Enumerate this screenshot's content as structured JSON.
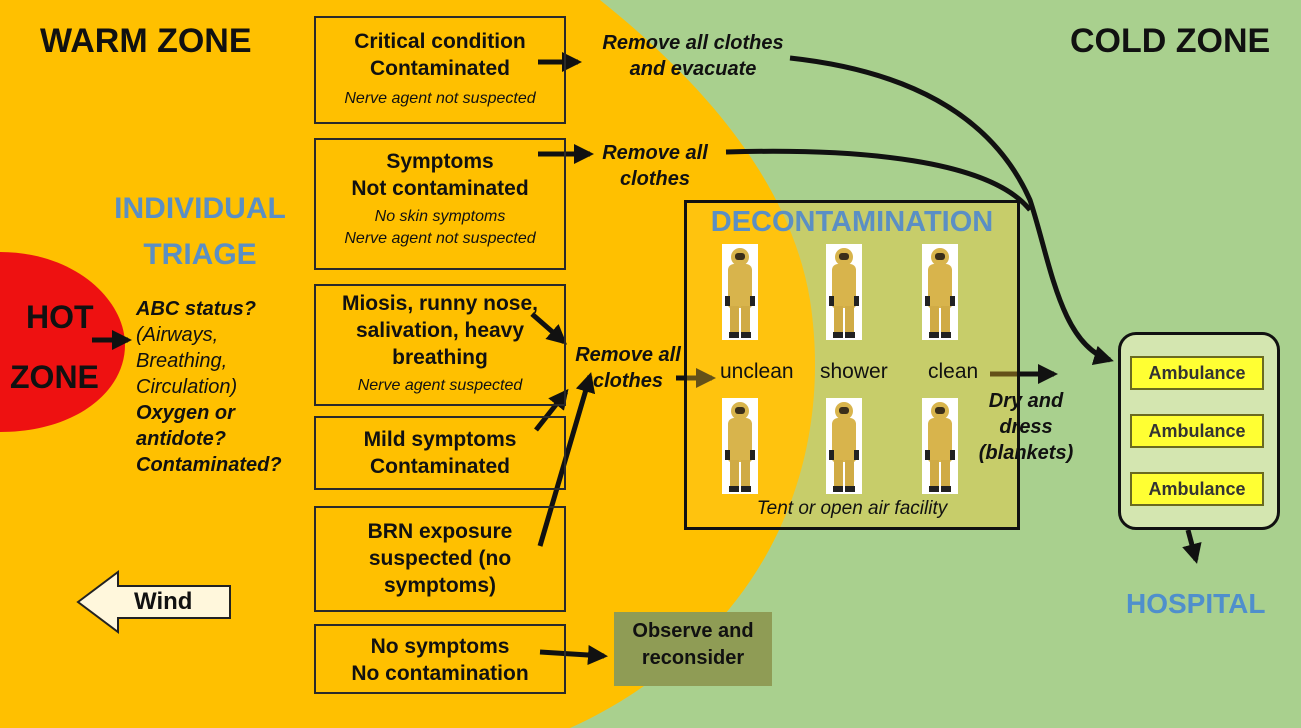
{
  "zones": {
    "warm": "WARM ZONE",
    "cold": "COLD ZONE",
    "hot_line1": "HOT",
    "hot_line2": "ZONE"
  },
  "triage": {
    "line1": "INDIVIDUAL",
    "line2": "TRIAGE"
  },
  "questions": {
    "abc": "ABC status?",
    "airways": "(Airways,",
    "breathing": "Breathing,",
    "circulation": "Circulation)",
    "oxygen": "Oxygen or",
    "antidote": "antidote?",
    "contaminated": "Contaminated?"
  },
  "boxes": {
    "critical": {
      "line1": "Critical condition",
      "line2": "Contaminated",
      "note": "Nerve agent not suspected"
    },
    "symptoms": {
      "line1": "Symptoms",
      "line2": "Not contaminated",
      "note1": "No skin symptoms",
      "note2": "Nerve agent not suspected"
    },
    "miosis": {
      "line1": "Miosis, runny nose,",
      "line2": "salivation, heavy",
      "line3": "breathing",
      "note": "Nerve agent suspected"
    },
    "mild": {
      "line1": "Mild symptoms",
      "line2": "Contaminated"
    },
    "brn": {
      "line1": "BRN exposure",
      "line2": "suspected (no",
      "line3": "symptoms)"
    },
    "none": {
      "line1": "No symptoms",
      "line2": "No contamination"
    }
  },
  "actions": {
    "remove_evacuate_1": "Remove all clothes",
    "remove_evacuate_2": "and evacuate",
    "remove_1a": "Remove all",
    "remove_1b": "clothes",
    "remove_2a": "Remove all",
    "remove_2b": "clothes",
    "observe_1": "Observe and",
    "observe_2": "reconsider"
  },
  "decon": {
    "title": "DECONTAMINATION",
    "unclean": "unclean",
    "shower": "shower",
    "clean": "clean",
    "facility": "Tent or open air facility"
  },
  "dry": {
    "line1": "Dry and",
    "line2": "dress",
    "line3": "(blankets)"
  },
  "ambulances": [
    "Ambulance",
    "Ambulance",
    "Ambulance"
  ],
  "hospital": "HOSPITAL",
  "wind": "Wind",
  "colors": {
    "warm_zone": "#ffc000",
    "cold_zone": "#a9d08e",
    "hot_zone": "#ee1111",
    "heading_blue": "#5b8fc4",
    "ambulance_fill": "#ffff33"
  }
}
